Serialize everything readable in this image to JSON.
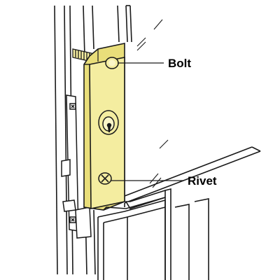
{
  "diagram": {
    "callouts": [
      {
        "id": "bolt",
        "label": "Bolt"
      },
      {
        "id": "rivet",
        "label": "Rivet"
      }
    ],
    "colors": {
      "plate_fill": "#f4eda0",
      "plate_edge": "#e9de7a",
      "line": "#1a1a1a",
      "background": "#ffffff"
    }
  }
}
